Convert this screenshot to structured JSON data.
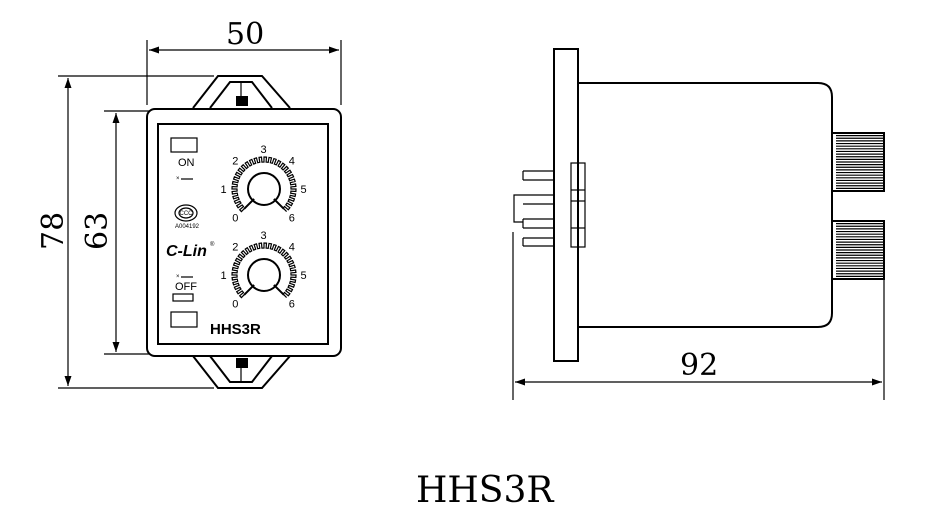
{
  "dimensions": {
    "width": "50",
    "height_outer": "78",
    "height_inner": "63",
    "depth": "92"
  },
  "front_panel": {
    "on_label": "ON",
    "off_label": "OFF",
    "cert_code": "A004192",
    "cert_mark": "CCC",
    "brand": "C-Lin",
    "registered": "®",
    "model": "HHS3R",
    "x_mark": "×",
    "dial_top": {
      "numbers": [
        "0",
        "1",
        "2",
        "3",
        "4",
        "5",
        "6"
      ]
    },
    "dial_bottom": {
      "numbers": [
        "0",
        "1",
        "2",
        "3",
        "4",
        "5",
        "6"
      ]
    }
  },
  "caption": "HHS3R"
}
